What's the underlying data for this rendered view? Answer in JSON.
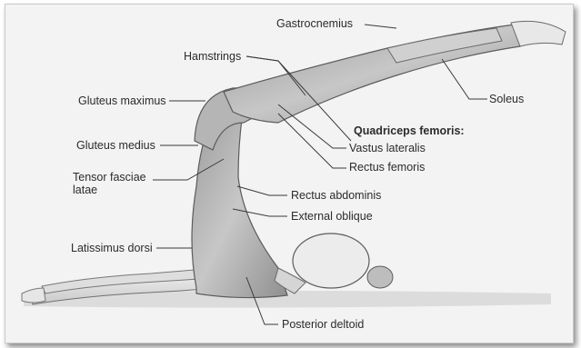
{
  "labels": {
    "gastrocnemius": "Gastrocnemius",
    "hamstrings": "Hamstrings",
    "soleus": "Soleus",
    "gluteus_maximus": "Gluteus maximus",
    "gluteus_medius": "Gluteus medius",
    "tensor_fasciae_latae": "Tensor fasciae\nlatae",
    "quadriceps_femoris": "Quadriceps femoris:",
    "vastus_lateralis": "Vastus lateralis",
    "rectus_femoris": "Rectus femoris",
    "rectus_abdominis": "Rectus abdominis",
    "external_oblique": "External oblique",
    "latissimus_dorsi": "Latissimus dorsi",
    "posterior_deltoid": "Posterior deltoid"
  }
}
